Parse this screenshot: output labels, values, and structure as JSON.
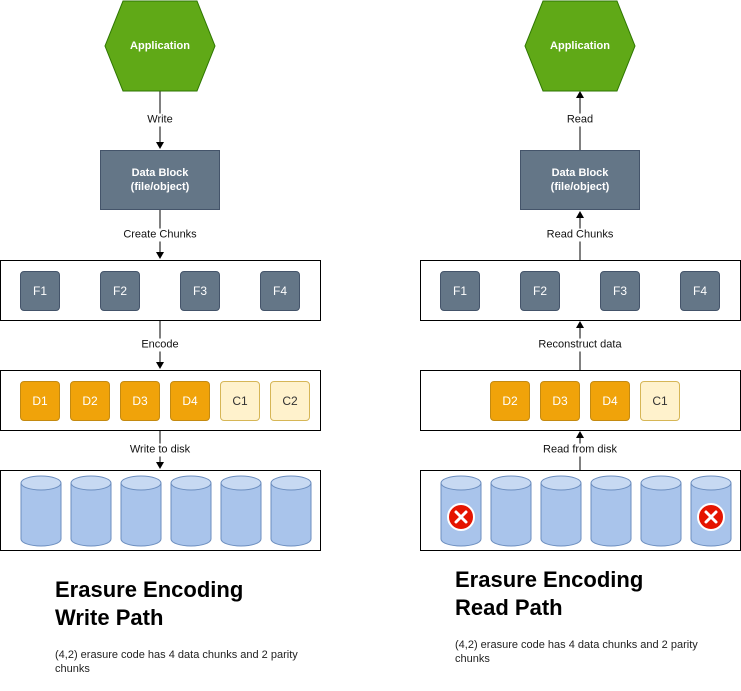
{
  "write_path": {
    "app_label": "Application",
    "write_label": "Write",
    "data_block_line1": "Data Block",
    "data_block_line2": "(file/object)",
    "create_chunks_label": "Create Chunks",
    "chunks": [
      "F1",
      "F2",
      "F3",
      "F4"
    ],
    "encode_label": "Encode",
    "data_chunks": [
      "D1",
      "D2",
      "D3",
      "D4"
    ],
    "parity_chunks": [
      "C1",
      "C2"
    ],
    "write_disk_label": "Write to disk",
    "disk_count": 6,
    "title_line1": "Erasure Encoding",
    "title_line2": "Write Path",
    "note": "(4,2) erasure code has 4 data chunks and 2 parity chunks"
  },
  "read_path": {
    "app_label": "Application",
    "read_label": "Read",
    "data_block_line1": "Data Block",
    "data_block_line2": "(file/object)",
    "read_chunks_label": "Read Chunks",
    "chunks": [
      "F1",
      "F2",
      "F3",
      "F4"
    ],
    "reconstruct_label": "Reconstruct data",
    "data_chunks": [
      "D2",
      "D3",
      "D4"
    ],
    "parity_chunks": [
      "C1"
    ],
    "read_disk_label": "Read from disk",
    "disk_count": 6,
    "failed_disks": [
      1,
      6
    ],
    "title_line1": "Erasure Encoding",
    "title_line2": "Read Path",
    "note": "(4,2) erasure code has 4 data chunks and 2 parity chunks"
  },
  "colors": {
    "hexagon_fill": "#60a917",
    "hexagon_stroke": "#2d7600",
    "block_fill": "#647687",
    "data_chunk_fill": "#f0a30a",
    "parity_chunk_fill": "#fff2cc",
    "disk_fill": "#a9c4eb",
    "fail_fill": "#e51400"
  }
}
